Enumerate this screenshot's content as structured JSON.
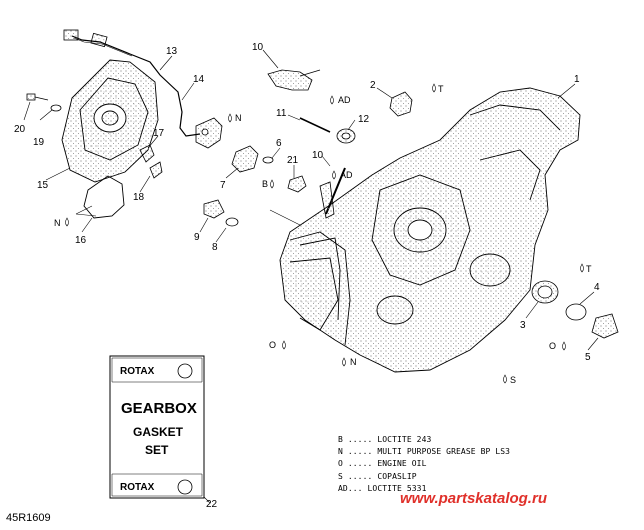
{
  "diagram": {
    "callouts": [
      {
        "id": "1",
        "text": "1"
      },
      {
        "id": "2",
        "text": "2"
      },
      {
        "id": "3",
        "text": "3"
      },
      {
        "id": "4",
        "text": "4"
      },
      {
        "id": "5",
        "text": "5"
      },
      {
        "id": "6",
        "text": "6"
      },
      {
        "id": "7",
        "text": "7"
      },
      {
        "id": "8",
        "text": "8"
      },
      {
        "id": "9",
        "text": "9"
      },
      {
        "id": "10a",
        "text": "10"
      },
      {
        "id": "10b",
        "text": "10"
      },
      {
        "id": "11",
        "text": "11"
      },
      {
        "id": "12",
        "text": "12"
      },
      {
        "id": "13",
        "text": "13"
      },
      {
        "id": "14",
        "text": "14"
      },
      {
        "id": "15",
        "text": "15"
      },
      {
        "id": "16",
        "text": "16"
      },
      {
        "id": "17",
        "text": "17"
      },
      {
        "id": "18",
        "text": "18"
      },
      {
        "id": "19",
        "text": "19"
      },
      {
        "id": "20",
        "text": "20"
      },
      {
        "id": "21",
        "text": "21"
      },
      {
        "id": "22",
        "text": "22"
      }
    ],
    "drop_labels": {
      "T": "T",
      "AD": "AD",
      "N": "N",
      "B": "B",
      "O": "O",
      "S": "S"
    },
    "gasket_set": {
      "brand": "ROTAX",
      "line1": "GEARBOX",
      "line2": "GASKET",
      "line3": "SET"
    },
    "legend": [
      "B ..... LOCTITE 243",
      "N ..... MULTI PURPOSE GREASE BP LS3",
      "O ..... ENGINE OIL",
      "S ..... COPASLIP",
      "AD... LOCTITE 5331"
    ],
    "reference_code": "45R1609",
    "watermark": "www.partskatalog.ru"
  }
}
